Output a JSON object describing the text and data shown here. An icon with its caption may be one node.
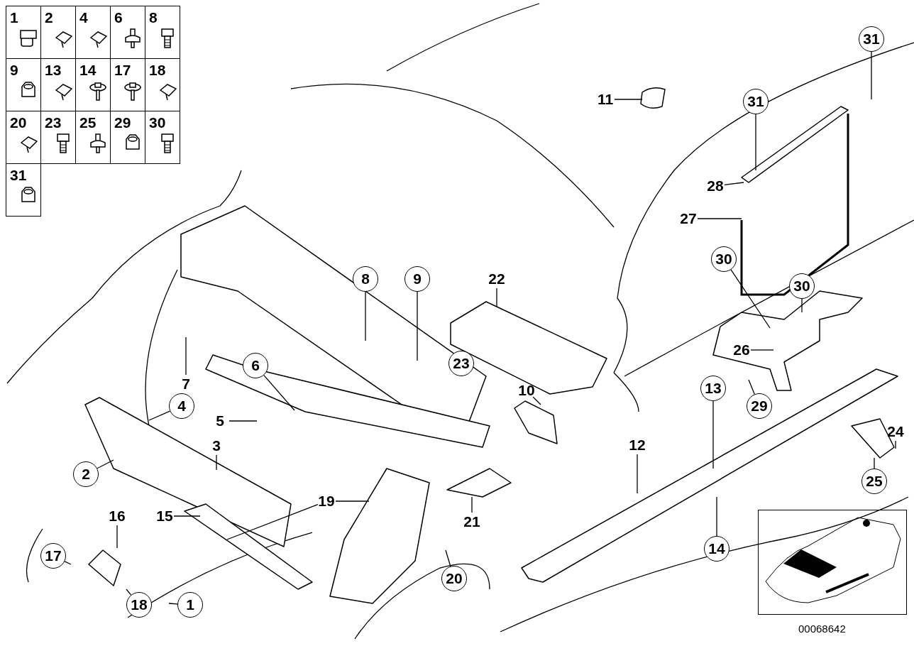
{
  "diagram": {
    "nodes": [
      {
        "text": [
          "31"
        ]
      },
      {
        "text": [
          "11"
        ]
      },
      {
        "text": [
          "31"
        ]
      },
      {
        "text": [
          "28"
        ]
      },
      {
        "text": [
          "27"
        ]
      },
      {
        "text": [
          "30"
        ]
      },
      {
        "text": [
          "8"
        ]
      },
      {
        "text": [
          "9"
        ]
      },
      {
        "text": [
          "22"
        ]
      },
      {
        "text": [
          "30"
        ]
      },
      {
        "text": [
          "26"
        ]
      },
      {
        "text": [
          "23"
        ]
      },
      {
        "text": [
          "6"
        ]
      },
      {
        "text": [
          "13"
        ]
      },
      {
        "text": [
          "7"
        ]
      },
      {
        "text": [
          "10"
        ]
      },
      {
        "text": [
          "4"
        ]
      },
      {
        "text": [
          "29"
        ]
      },
      {
        "text": [
          "5"
        ]
      },
      {
        "text": [
          "24"
        ]
      },
      {
        "text": [
          "3"
        ]
      },
      {
        "text": [
          "12"
        ]
      },
      {
        "text": [
          "2"
        ]
      },
      {
        "text": [
          "25"
        ]
      },
      {
        "text": [
          "19"
        ]
      },
      {
        "text": [
          "15"
        ]
      },
      {
        "text": [
          "16"
        ]
      },
      {
        "text": [
          "21"
        ]
      },
      {
        "text": [
          "14"
        ]
      },
      {
        "text": [
          "17"
        ]
      },
      {
        "text": [
          "20"
        ]
      },
      {
        "text": [
          "18"
        ]
      },
      {
        "text": [
          "1"
        ]
      }
    ],
    "edges": [
      {
        "from": 0,
        "to": null,
        "arrow": "none"
      },
      {
        "from": 1,
        "to": null,
        "arrow": "none"
      },
      {
        "from": 2,
        "to": null,
        "arrow": "none"
      },
      {
        "from": 3,
        "to": null,
        "arrow": "none"
      },
      {
        "from": 4,
        "to": null,
        "arrow": "none"
      },
      {
        "from": 5,
        "to": null,
        "arrow": "none"
      },
      {
        "from": 6,
        "to": null,
        "arrow": "none"
      },
      {
        "from": 7,
        "to": null,
        "arrow": "none"
      },
      {
        "from": 8,
        "to": null,
        "arrow": "none"
      },
      {
        "from": 9,
        "to": null,
        "arrow": "none"
      },
      {
        "from": 10,
        "to": null,
        "arrow": "none"
      },
      {
        "from": 12,
        "to": null,
        "arrow": "none"
      },
      {
        "from": 13,
        "to": null,
        "arrow": "none"
      },
      {
        "from": 14,
        "to": null,
        "arrow": "none"
      },
      {
        "from": 15,
        "to": null,
        "arrow": "none"
      },
      {
        "from": 16,
        "to": null,
        "arrow": "none"
      },
      {
        "from": 17,
        "to": null,
        "arrow": "none"
      },
      {
        "from": 18,
        "to": null,
        "arrow": "none"
      },
      {
        "from": 19,
        "to": null,
        "arrow": "none"
      },
      {
        "from": 20,
        "to": null,
        "arrow": "none"
      },
      {
        "from": 21,
        "to": null,
        "arrow": "none"
      },
      {
        "from": 22,
        "to": null,
        "arrow": "none"
      },
      {
        "from": 23,
        "to": null,
        "arrow": "none"
      },
      {
        "from": 24,
        "to": null,
        "arrow": "none"
      },
      {
        "from": 24,
        "to": null,
        "arrow": "none"
      },
      {
        "from": 25,
        "to": null,
        "arrow": "none"
      },
      {
        "from": 26,
        "to": null,
        "arrow": "none"
      },
      {
        "from": 27,
        "to": null,
        "arrow": "none"
      },
      {
        "from": 28,
        "to": null,
        "arrow": "none"
      },
      {
        "from": 29,
        "to": null,
        "arrow": "none"
      },
      {
        "from": 30,
        "to": null,
        "arrow": "none"
      },
      {
        "from": 31,
        "to": null,
        "arrow": "none"
      },
      {
        "from": 32,
        "to": null,
        "arrow": "none"
      }
    ],
    "labels": [
      "1",
      "2",
      "4",
      "6",
      "8",
      "9",
      "13",
      "14",
      "17",
      "18",
      "20",
      "23",
      "25",
      "29",
      "30",
      "31",
      "00068642"
    ]
  }
}
